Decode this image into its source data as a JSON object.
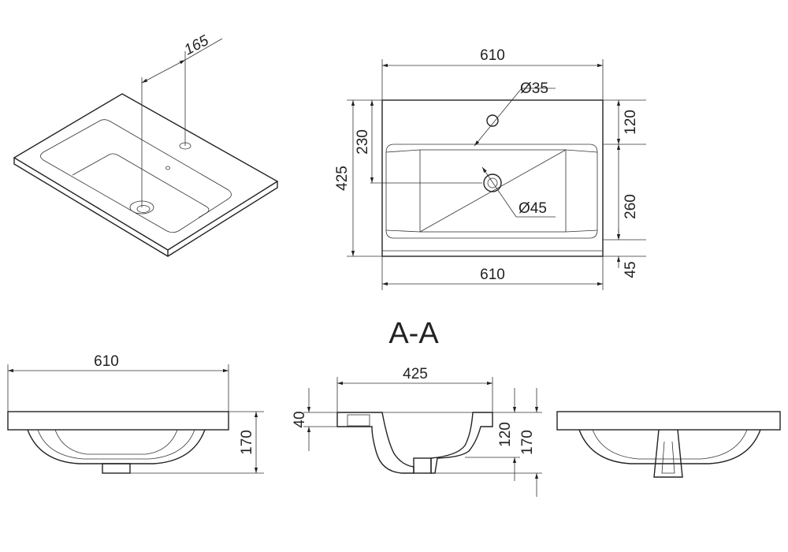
{
  "drawing": {
    "section_label": "A-A",
    "isometric_view": {
      "tap_offset": "165"
    },
    "top_view": {
      "width_top": "610",
      "width_bottom": "610",
      "depth_total": "425",
      "drain_offset": "230",
      "tap_hole_diameter": "Ø35",
      "drain_diameter": "Ø45",
      "rear_margin": "120",
      "basin_depth": "260",
      "front_margin": "45"
    },
    "front_view": {
      "width": "610",
      "height": "170"
    },
    "section_view": {
      "depth": "425",
      "slab_thickness": "40",
      "basin_height": "120",
      "total_height": "170"
    }
  }
}
